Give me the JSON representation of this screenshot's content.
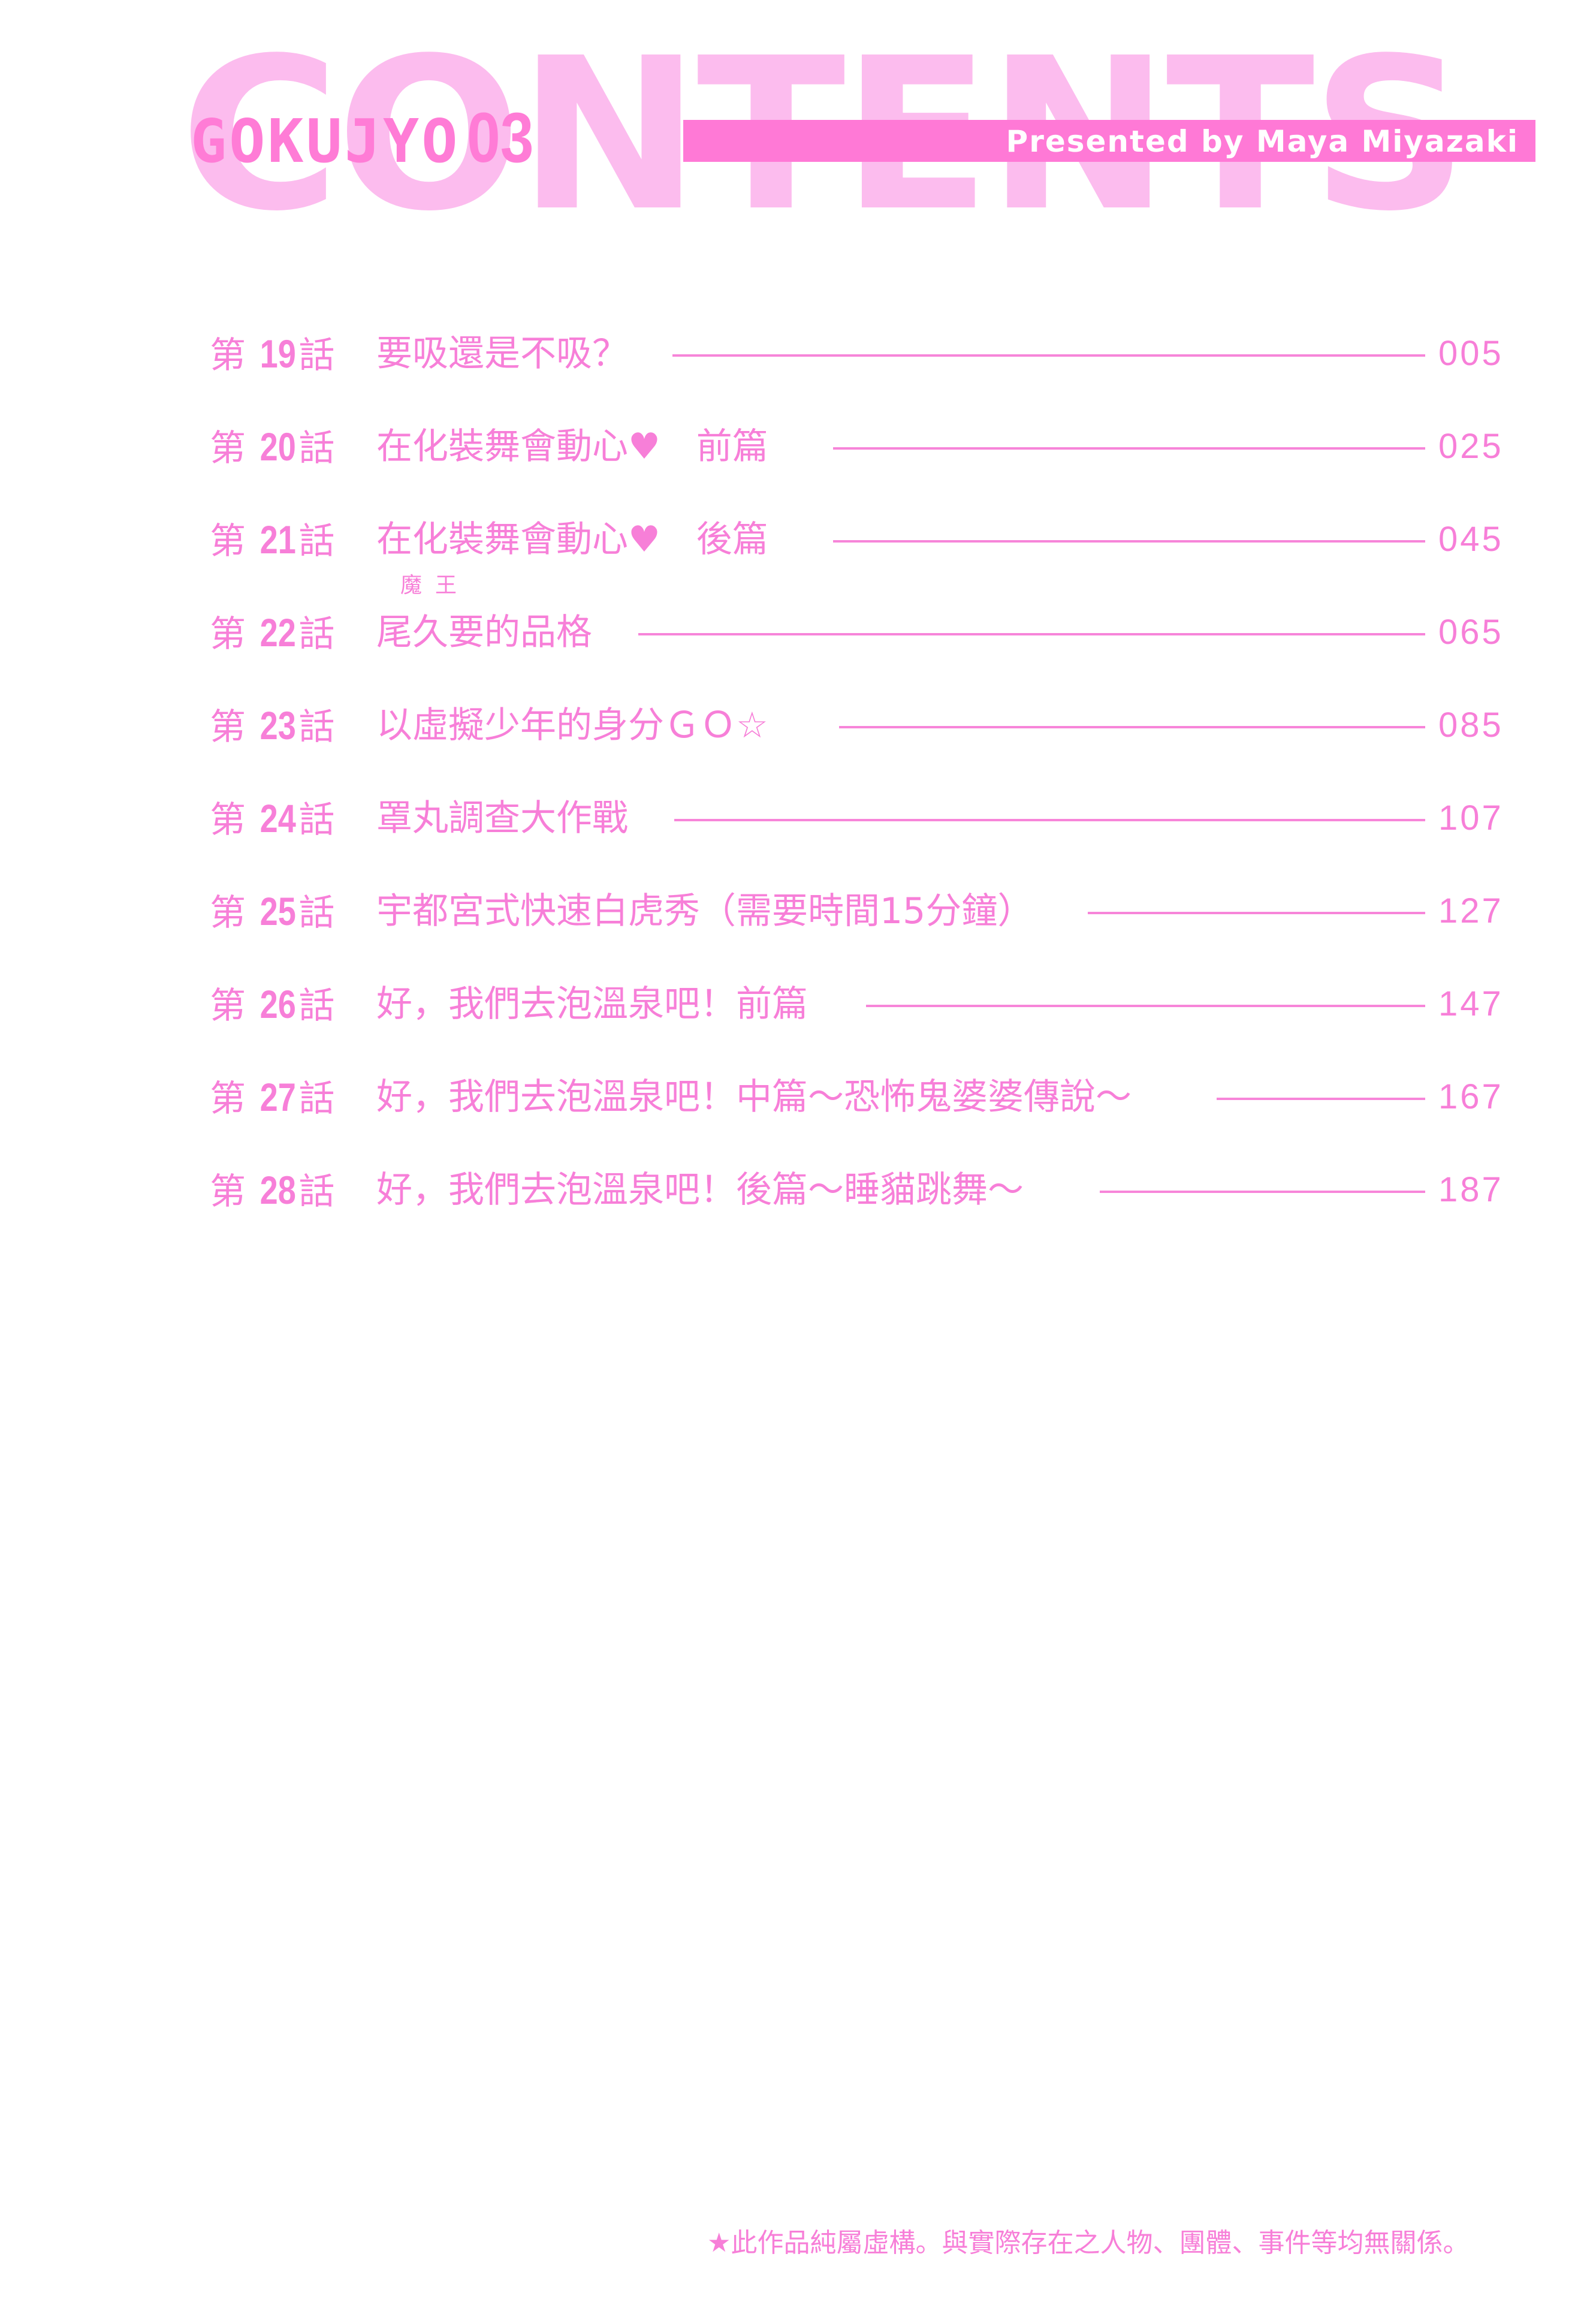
{
  "header": {
    "background_word": "CONTENTS",
    "series_title": "GOKUJYO",
    "volume": "03",
    "presented_by": "Presented by Maya Miyazaki"
  },
  "colors": {
    "accent_pink": "#ff79d6",
    "light_pink": "#fcbcee",
    "text_pink": "#f77fd8",
    "background": "#ffffff"
  },
  "toc": [
    {
      "prefix": "第",
      "number": "19",
      "suffix": "話",
      "title": "要吸還是不吸？",
      "page": "005"
    },
    {
      "prefix": "第",
      "number": "20",
      "suffix": "話",
      "title": "在化裝舞會動心♥　前篇",
      "page": "025"
    },
    {
      "prefix": "第",
      "number": "21",
      "suffix": "話",
      "title": "在化裝舞會動心♥　後篇",
      "page": "045"
    },
    {
      "prefix": "第",
      "number": "22",
      "suffix": "話",
      "title": "尾久要的品格",
      "ruby": "魔王",
      "page": "065"
    },
    {
      "prefix": "第",
      "number": "23",
      "suffix": "話",
      "title": "以虛擬少年的身分ＧＯ☆",
      "page": "085"
    },
    {
      "prefix": "第",
      "number": "24",
      "suffix": "話",
      "title": "罩丸調查大作戰",
      "page": "107"
    },
    {
      "prefix": "第",
      "number": "25",
      "suffix": "話",
      "title": "宇都宮式快速白虎秀（需要時間15分鐘）",
      "page": "127"
    },
    {
      "prefix": "第",
      "number": "26",
      "suffix": "話",
      "title": "好，我們去泡溫泉吧！前篇",
      "page": "147"
    },
    {
      "prefix": "第",
      "number": "27",
      "suffix": "話",
      "title": "好，我們去泡溫泉吧！中篇～恐怖鬼婆婆傳說～",
      "page": "167"
    },
    {
      "prefix": "第",
      "number": "28",
      "suffix": "話",
      "title": "好，我們去泡溫泉吧！後篇～睡貓跳舞～",
      "page": "187"
    }
  ],
  "footer": {
    "disclaimer": "★此作品純屬虛構。與實際存在之人物、團體、事件等均無關係。"
  }
}
